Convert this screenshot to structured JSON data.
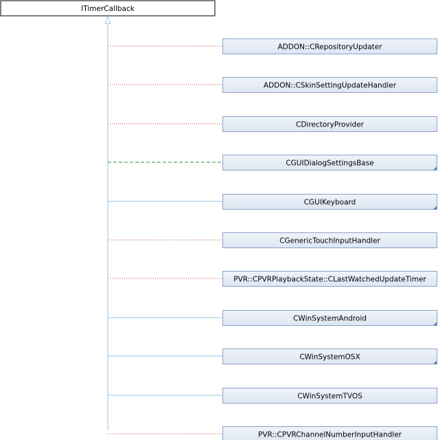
{
  "diagram": {
    "base_class": "ITimerCallback",
    "derived_classes": [
      {
        "name": "ADDON::CRepositoryUpdater",
        "edge": "private",
        "has_children": false
      },
      {
        "name": "ADDON::CSkinSettingUpdateHandler",
        "edge": "private",
        "has_children": false
      },
      {
        "name": "CDirectoryProvider",
        "edge": "private",
        "has_children": false
      },
      {
        "name": "CGUIDialogSettingsBase",
        "edge": "protected",
        "has_children": true
      },
      {
        "name": "CGUIKeyboard",
        "edge": "public",
        "has_children": true
      },
      {
        "name": "CGenericTouchInputHandler",
        "edge": "private",
        "has_children": false
      },
      {
        "name": "PVR::CPVRPlaybackState::CLastWatchedUpdateTimer",
        "edge": "private",
        "has_children": false
      },
      {
        "name": "CWinSystemAndroid",
        "edge": "public",
        "has_children": true
      },
      {
        "name": "CWinSystemOSX",
        "edge": "public",
        "has_children": true
      },
      {
        "name": "CWinSystemTVOS",
        "edge": "public",
        "has_children": false
      },
      {
        "name": "PVR::CPVRChannelNumberInputHandler",
        "edge": "private",
        "has_children": false
      }
    ]
  },
  "colors": {
    "base_fill": "#ffffff",
    "base_stroke": "#000000",
    "box_fill_top": "#f0f4fa",
    "box_fill_bottom": "#dde6f3",
    "box_stroke": "#8aa0c6",
    "public_edge": "#9ec1e0",
    "protected_edge": "#2e8b3a",
    "private_edge": "#c04040",
    "corner_marker": "#5b7fb5"
  }
}
